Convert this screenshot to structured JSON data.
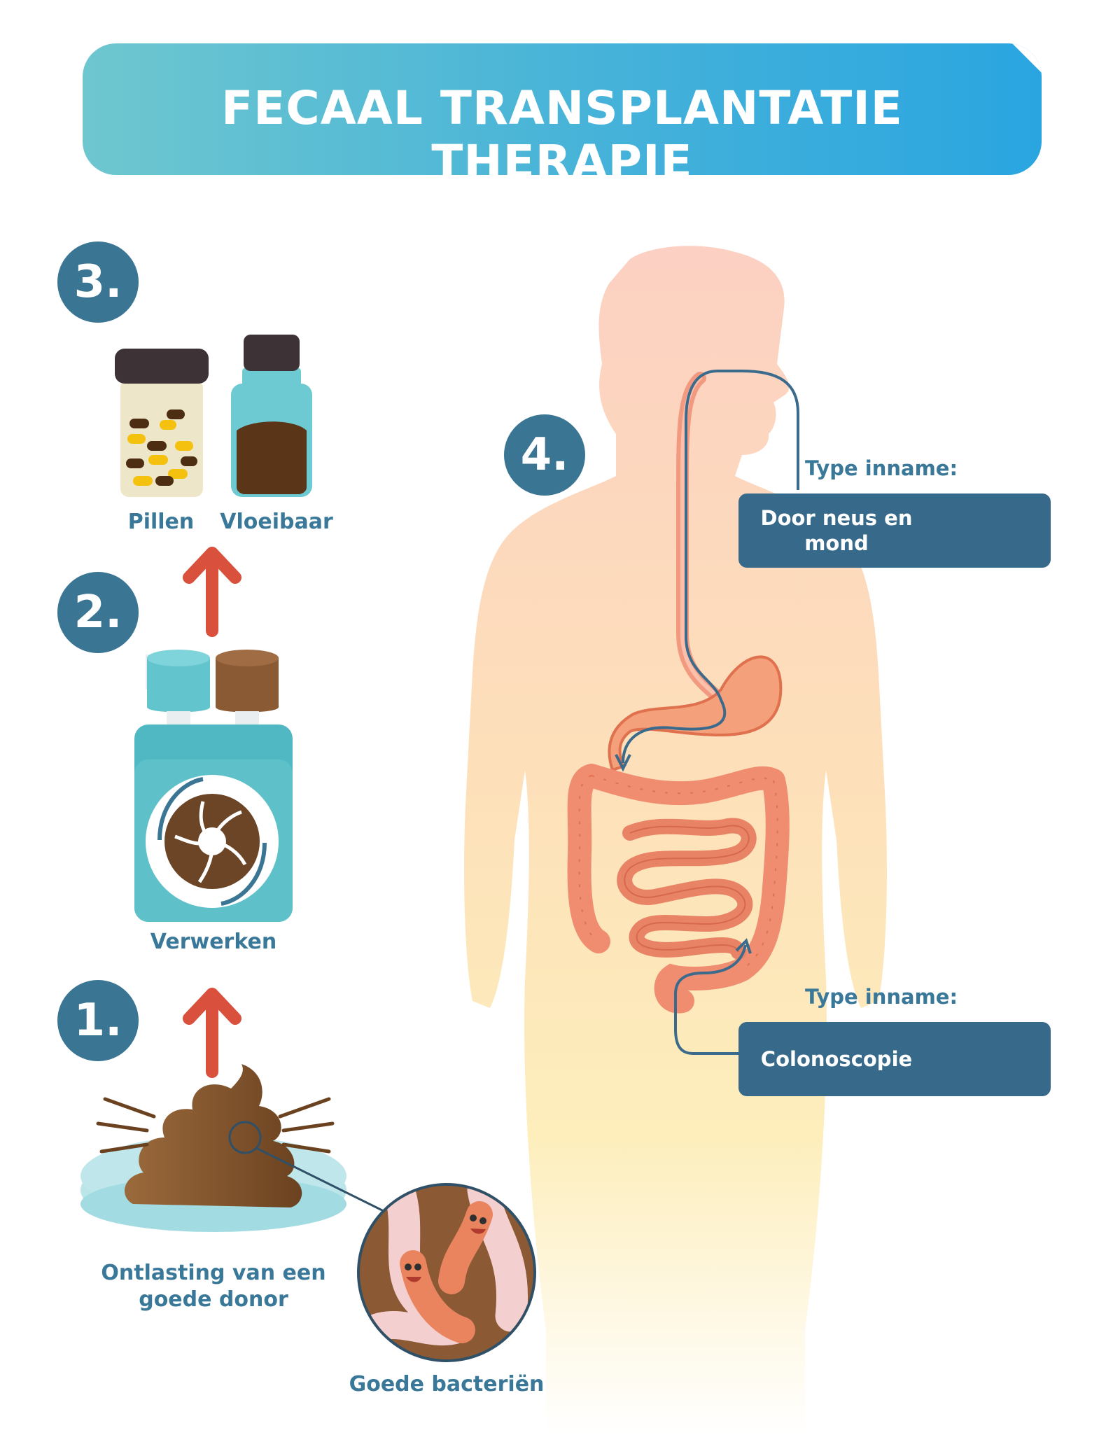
{
  "title": "FECAAL TRANSPLANTATIE THERAPIE",
  "steps": [
    {
      "number": "1.",
      "label": "Ontlasting van een goede donor",
      "sublabel": "Goede bacteriën"
    },
    {
      "number": "2.",
      "label": "Verwerken"
    },
    {
      "number": "3.",
      "labels": [
        "Pillen",
        "Vloeibaar"
      ]
    },
    {
      "number": "4."
    }
  ],
  "intake": [
    {
      "heading": "Type inname:",
      "method": "Door neus en mond"
    },
    {
      "heading": "Type inname:",
      "method": "Colonoscopie"
    }
  ],
  "colors": {
    "accent": "#3a7593",
    "arrow": "#d9503c",
    "banner": "#45b2d9",
    "stool": "#8b5a2b"
  }
}
